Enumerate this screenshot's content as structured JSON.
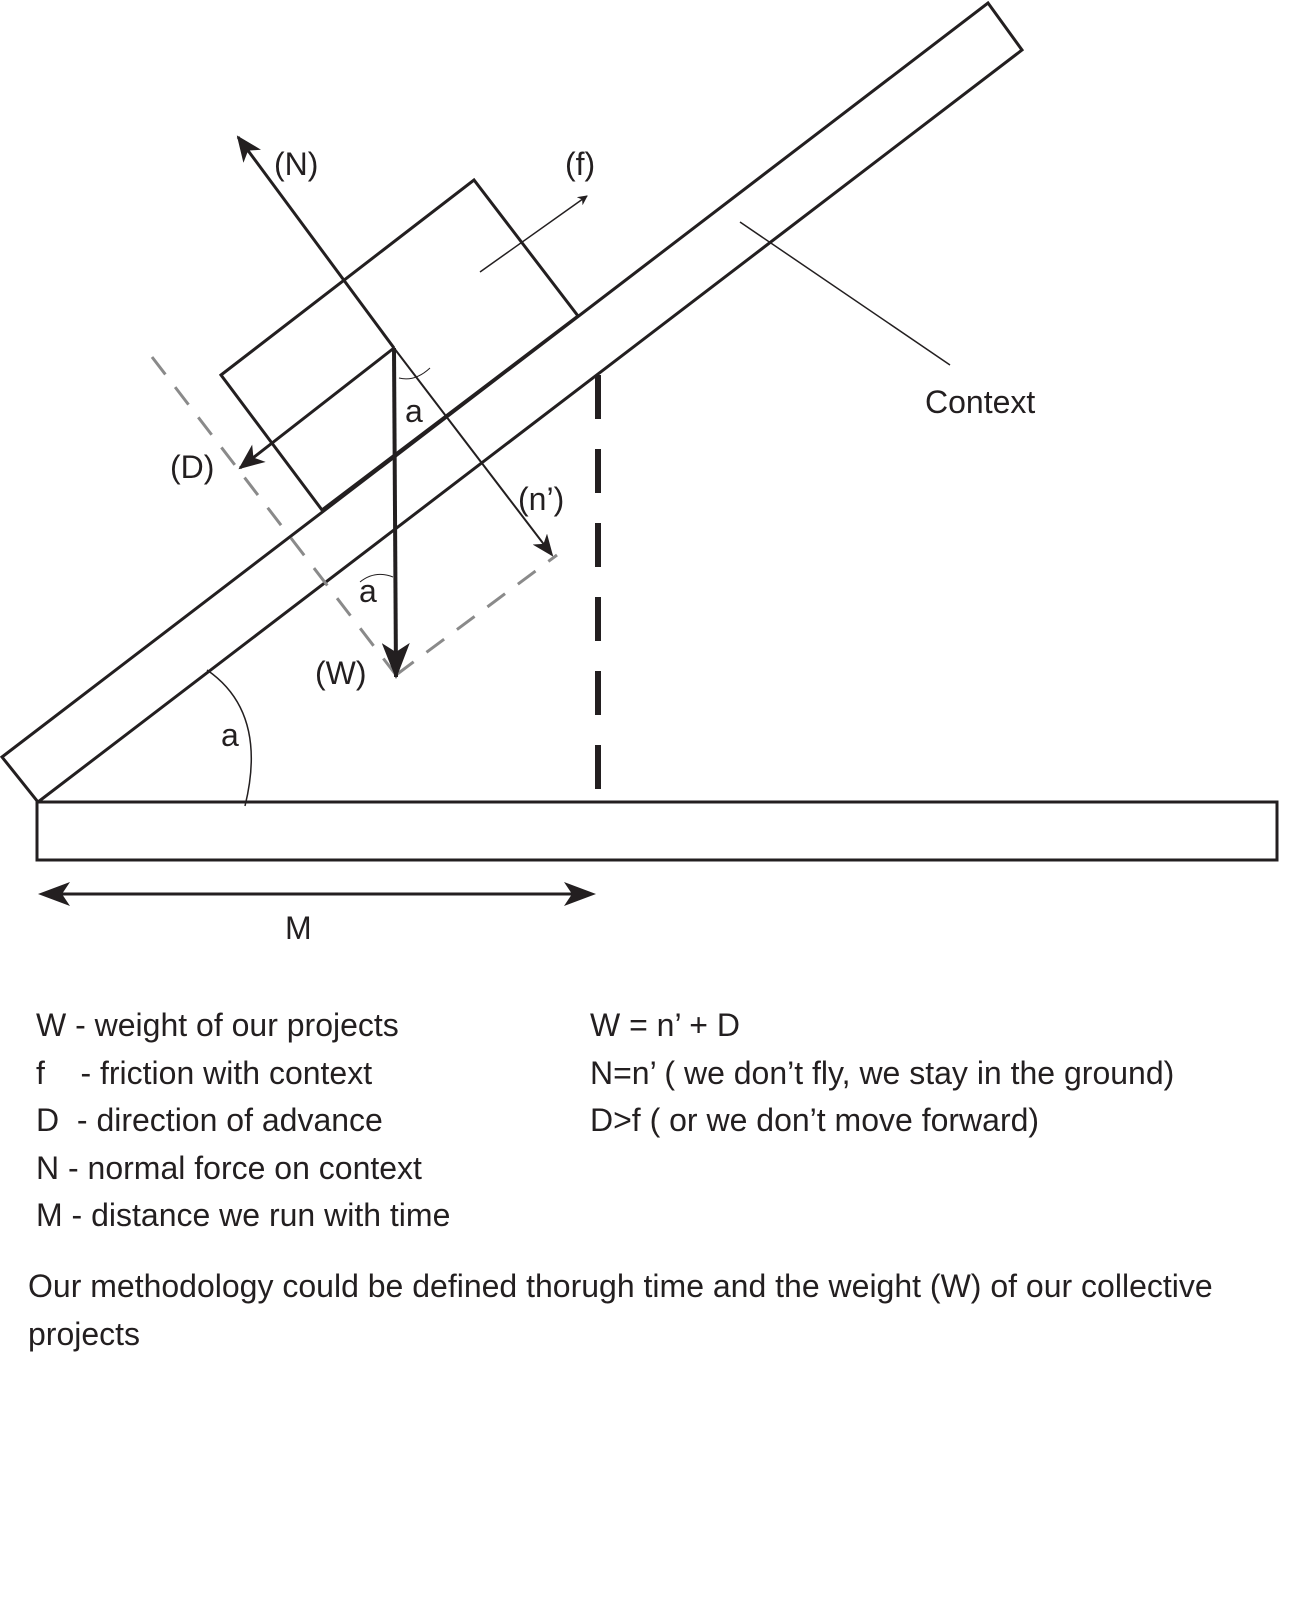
{
  "diagram": {
    "labels": {
      "normal": "(N)",
      "friction": "(f)",
      "direction": "(D)",
      "normal_component": "(n’)",
      "weight": "(W)",
      "angle_top": "a",
      "angle_mid": "a",
      "angle_base": "a",
      "context": "Context",
      "distance": "M"
    }
  },
  "legend": {
    "definitions": [
      "W - weight of our projects",
      "f    - friction with context",
      "D  - direction of advance",
      "N - normal force on context",
      "M - distance we run with time"
    ],
    "equations": [
      "W = n’ + D",
      "N=n’ ( we don’t fly, we stay in the ground)",
      "D>f ( or we don’t move forward)"
    ]
  },
  "note": "Our methodology could be defined thorugh time  and the weight (W) of our collective projects",
  "colors": {
    "ink": "#231f20",
    "dashed": "#8a8a8a"
  }
}
